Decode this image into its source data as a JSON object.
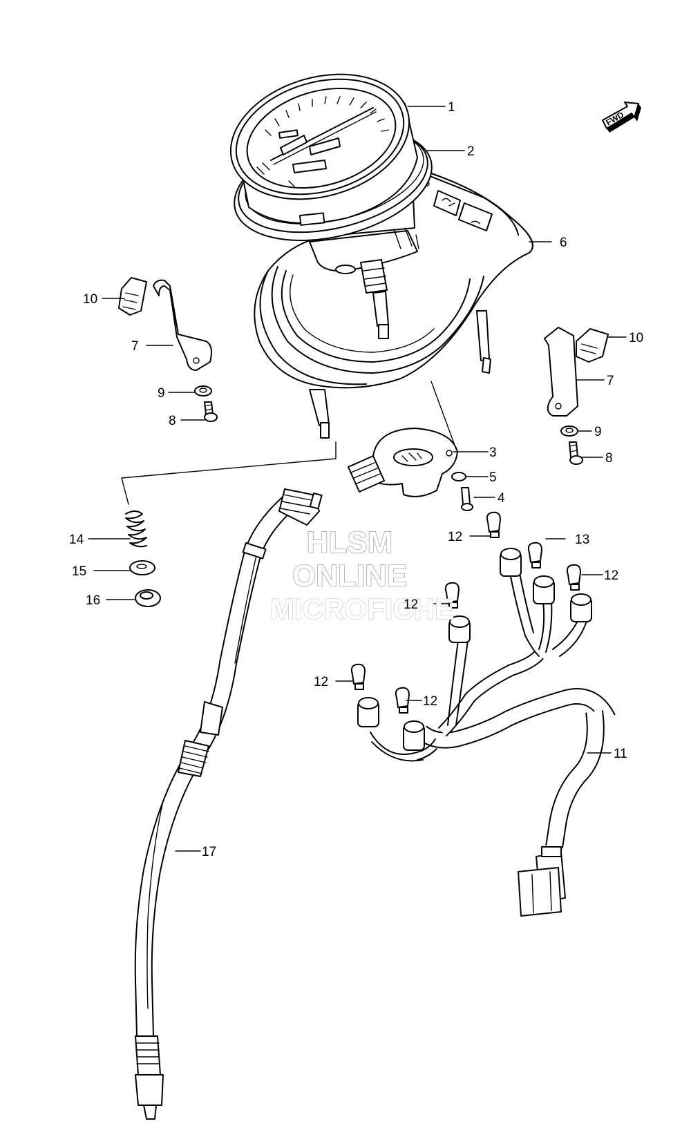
{
  "diagram": {
    "fwd_label": "FWD",
    "watermark": [
      "HLSM",
      "ONLINE",
      "MICROFICHE"
    ],
    "callouts": [
      {
        "id": "c1",
        "label": "1"
      },
      {
        "id": "c2",
        "label": "2"
      },
      {
        "id": "c6",
        "label": "6"
      },
      {
        "id": "c10a",
        "label": "10"
      },
      {
        "id": "c10b",
        "label": "10"
      },
      {
        "id": "c7a",
        "label": "7"
      },
      {
        "id": "c7b",
        "label": "7"
      },
      {
        "id": "c9a",
        "label": "9"
      },
      {
        "id": "c9b",
        "label": "9"
      },
      {
        "id": "c8a",
        "label": "8"
      },
      {
        "id": "c8b",
        "label": "8"
      },
      {
        "id": "c3",
        "label": "3"
      },
      {
        "id": "c5",
        "label": "5"
      },
      {
        "id": "c4",
        "label": "4"
      },
      {
        "id": "c14",
        "label": "14"
      },
      {
        "id": "c15",
        "label": "15"
      },
      {
        "id": "c16",
        "label": "16"
      },
      {
        "id": "c12a",
        "label": "12"
      },
      {
        "id": "c13",
        "label": "13"
      },
      {
        "id": "c12b",
        "label": "12"
      },
      {
        "id": "c12c",
        "label": "12"
      },
      {
        "id": "c12d",
        "label": "12"
      },
      {
        "id": "c12e",
        "label": "12"
      },
      {
        "id": "c11",
        "label": "11"
      },
      {
        "id": "c17",
        "label": "17"
      }
    ]
  }
}
